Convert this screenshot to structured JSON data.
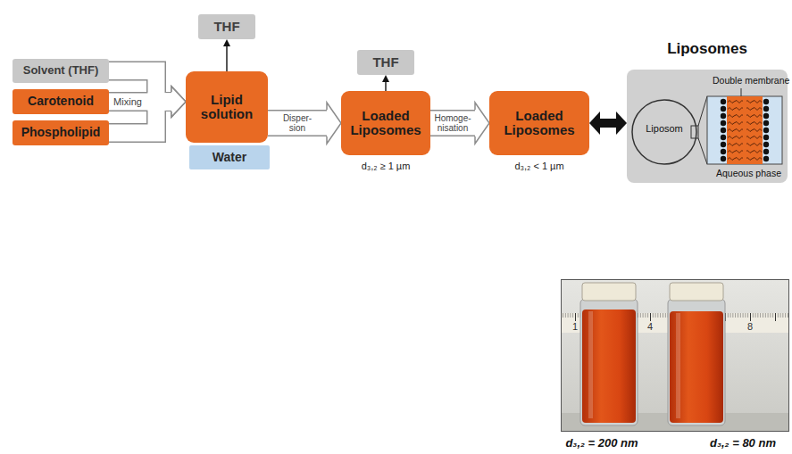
{
  "diagram": {
    "nodes": [
      {
        "text": [
          "Solvent (THF)"
        ]
      },
      {
        "text": [
          "Carotenoid"
        ]
      },
      {
        "text": [
          "Phospholipid"
        ]
      },
      {
        "text": [
          "Lipid solution"
        ]
      },
      {
        "text": [
          "Water"
        ]
      },
      {
        "text": [
          "THF"
        ]
      },
      {
        "text": [
          "Loaded Liposomes"
        ]
      },
      {
        "text": [
          "THF"
        ]
      },
      {
        "text": [
          "Loaded Liposomes"
        ]
      },
      {
        "text": [
          "Liposomes"
        ]
      }
    ],
    "edges": [
      {
        "from": 0,
        "to": 3,
        "arrow": "to"
      },
      {
        "from": 1,
        "to": 3,
        "label": "Mixing",
        "arrow": "to"
      },
      {
        "from": 2,
        "to": 3,
        "arrow": "to"
      },
      {
        "from": 3,
        "to": 5,
        "arrow": "to"
      },
      {
        "from": 3,
        "to": 6,
        "label": "Disper- sion",
        "arrow": "to"
      },
      {
        "from": 6,
        "to": 7,
        "arrow": "to"
      },
      {
        "from": 6,
        "to": 8,
        "label": "Homoge- nisation",
        "arrow": "to"
      },
      {
        "from": 8,
        "to": 9,
        "arrow": "both"
      }
    ],
    "labels": [
      "d₃,₂ ≥ 1 µm",
      "d₃,₂ < 1 µm",
      "Liposom",
      "Double membrane",
      "Aqueous phase",
      "1",
      "4",
      "8",
      "d₃,₂ = 200 nm",
      "d₃,₂ = 80 nm"
    ]
  }
}
